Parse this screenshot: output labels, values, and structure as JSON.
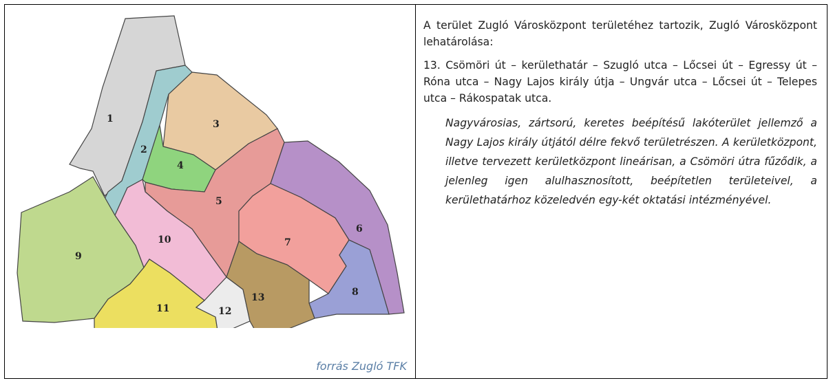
{
  "map": {
    "districts": [
      {
        "id": "1",
        "color": "#d6d6d6"
      },
      {
        "id": "2",
        "color": "#9fcccf"
      },
      {
        "id": "3",
        "color": "#e9caa2"
      },
      {
        "id": "4",
        "color": "#8fd47e"
      },
      {
        "id": "5",
        "color": "#e79b98"
      },
      {
        "id": "6",
        "color": "#b690c8"
      },
      {
        "id": "7",
        "color": "#f2a09c"
      },
      {
        "id": "8",
        "color": "#9aa0d6"
      },
      {
        "id": "9",
        "color": "#bfd98e"
      },
      {
        "id": "10",
        "color": "#f2bcd6"
      },
      {
        "id": "11",
        "color": "#ecdf60"
      },
      {
        "id": "12",
        "color": "#ececec"
      },
      {
        "id": "13",
        "color": "#b89a63"
      }
    ],
    "source_caption": "forrás Zugló TFK"
  },
  "text": {
    "paragraph1": "A terület Zugló Városközpont területéhez tartozik, Zugló Városközpont lehatárolása:",
    "paragraph2": "13. Csömöri út – kerülethatár – Szugló utca – Lőcsei út – Egressy út – Róna utca – Nagy Lajos király útja – Ungvár utca – Lőcsei út – Telepes utca – Rákospatak utca.",
    "paragraph3": "Nagyvárosias, zártsorú, keretes beépítésű lakóterület jellemző a Nagy Lajos király útjától délre fekvő területrészen. A kerületközpont, illetve tervezett kerületközpont lineárisan, a Csömöri útra fűződik, a jelenleg igen alulhasznosított, beépítetlen területeivel, a kerülethatárhoz közeledvén egy-két oktatási intézményével."
  }
}
